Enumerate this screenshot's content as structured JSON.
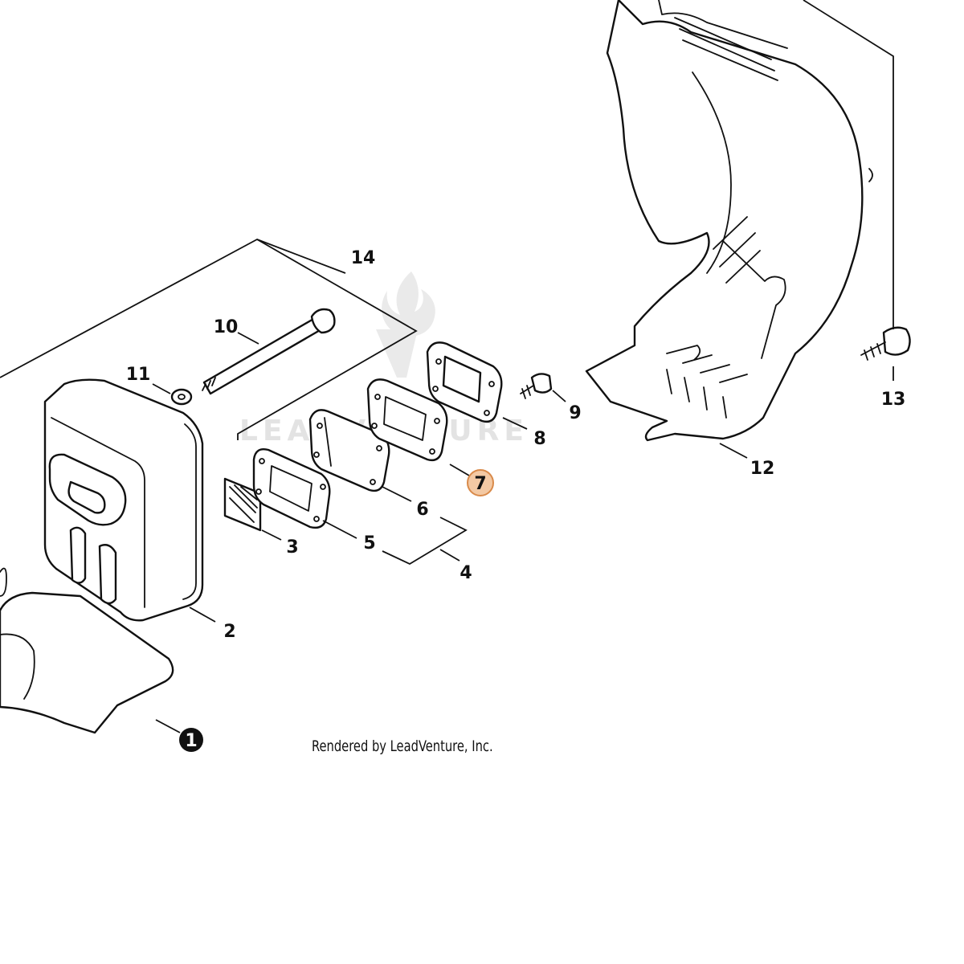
{
  "callouts": [
    {
      "id": "1",
      "label": "1"
    },
    {
      "id": "2",
      "label": "2"
    },
    {
      "id": "3",
      "label": "3"
    },
    {
      "id": "4",
      "label": "4"
    },
    {
      "id": "5",
      "label": "5"
    },
    {
      "id": "6",
      "label": "6"
    },
    {
      "id": "7",
      "label": "7"
    },
    {
      "id": "8",
      "label": "8"
    },
    {
      "id": "9",
      "label": "9"
    },
    {
      "id": "10",
      "label": "10"
    },
    {
      "id": "11",
      "label": "11"
    },
    {
      "id": "12",
      "label": "12"
    },
    {
      "id": "13",
      "label": "13"
    },
    {
      "id": "14",
      "label": "14"
    }
  ],
  "highlight": {
    "callout": "7",
    "fill": "#f3c9a4",
    "stroke": "#d98a4a"
  },
  "callout_1_fill": "#111111",
  "watermark": {
    "text": "LEADVENTURE"
  },
  "credit": "Rendered by LeadVenture, Inc."
}
